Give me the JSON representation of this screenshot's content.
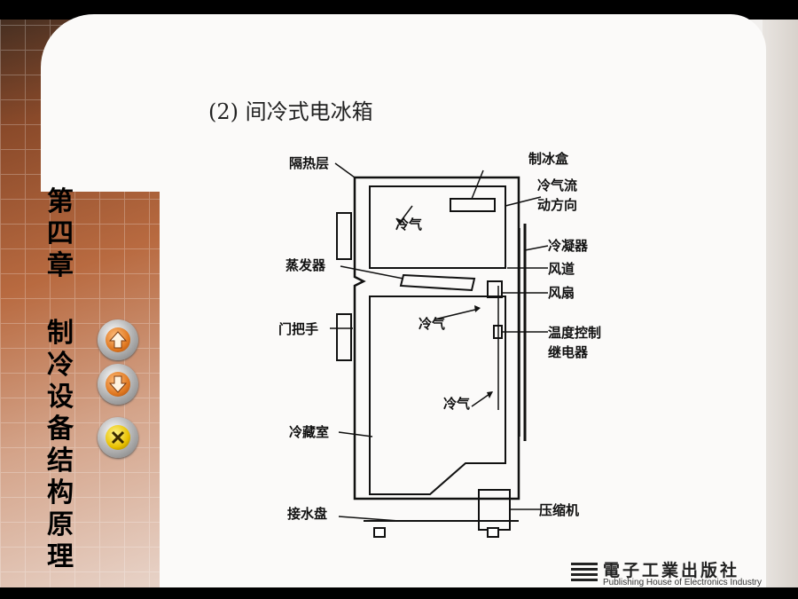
{
  "chapter": {
    "chars": [
      "第",
      "四",
      "章",
      "制",
      "冷",
      "设",
      "备",
      "结",
      "构",
      "原",
      "理"
    ]
  },
  "subtitle": "(2) 间冷式电冰箱",
  "nav": {
    "prev_icon": "up-arrow-icon",
    "next_icon": "down-arrow-icon",
    "exit_icon": "exit-icon"
  },
  "diagram": {
    "labels": {
      "insulation": "隔热层",
      "ice_box": "制冰盒",
      "cold_flow_1": "冷气流",
      "cold_flow_2": "动方向",
      "cold_air_top": "冷气",
      "condenser": "冷凝器",
      "evaporator": "蒸发器",
      "air_duct": "风道",
      "fan": "风扇",
      "cold_air_mid": "冷气",
      "door_handle": "门把手",
      "thermostat_1": "温度控制",
      "thermostat_2": "继电器",
      "cold_air_low": "冷气",
      "fridge_room": "冷藏室",
      "drip_tray": "接水盘",
      "compressor": "压缩机"
    }
  },
  "publisher": {
    "name_cn": "電子工業出版社",
    "name_en": "Publishing House of Electronics Industry"
  }
}
